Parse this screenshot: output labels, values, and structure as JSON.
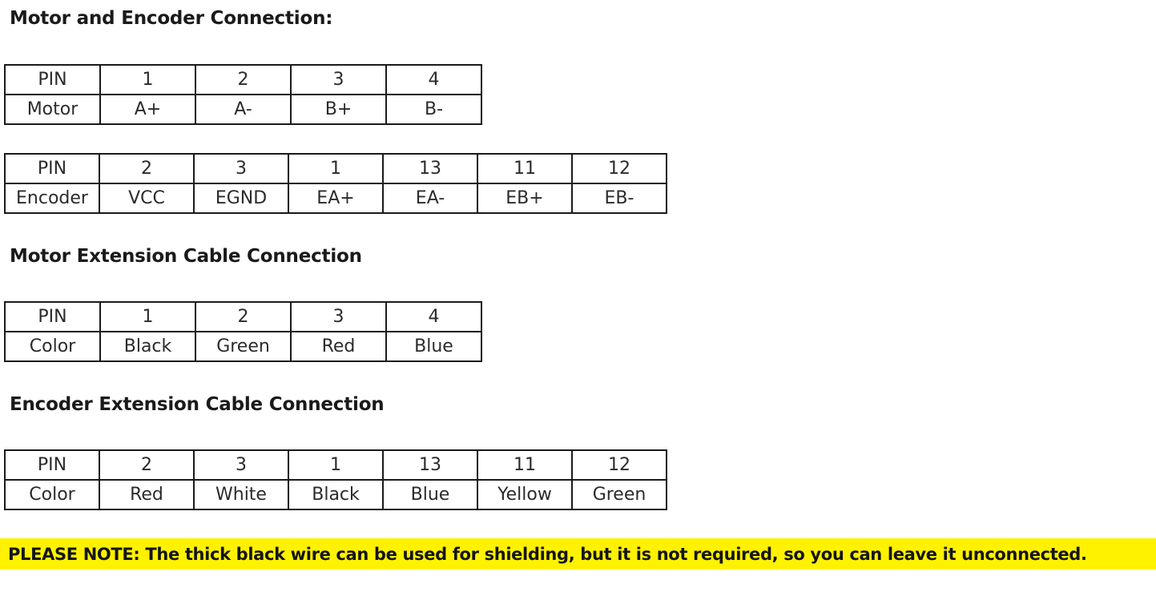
{
  "document": {
    "headings": {
      "motor_encoder": "Motor and Encoder Connection:",
      "motor_extension": "Motor Extension Cable Connection",
      "encoder_extension": "Encoder Extension Cable Connection"
    },
    "tables": {
      "motor": {
        "row_labels": [
          "PIN",
          "Motor"
        ],
        "pins": [
          "1",
          "2",
          "3",
          "4"
        ],
        "values": [
          "A+",
          "A-",
          "B+",
          "B-"
        ]
      },
      "encoder": {
        "row_labels": [
          "PIN",
          "Encoder"
        ],
        "pins": [
          "2",
          "3",
          "1",
          "13",
          "11",
          "12"
        ],
        "values": [
          "VCC",
          "EGND",
          "EA+",
          "EA-",
          "EB+",
          "EB-"
        ]
      },
      "motor_extension": {
        "row_labels": [
          "PIN",
          "Color"
        ],
        "pins": [
          "1",
          "2",
          "3",
          "4"
        ],
        "values": [
          "Black",
          "Green",
          "Red",
          "Blue"
        ]
      },
      "encoder_extension": {
        "row_labels": [
          "PIN",
          "Color"
        ],
        "pins": [
          "2",
          "3",
          "1",
          "13",
          "11",
          "12"
        ],
        "values": [
          "Red",
          "White",
          "Black",
          "Blue",
          "Yellow",
          "Green"
        ]
      }
    },
    "note": {
      "text": "PLEASE NOTE: The thick black wire can be used for shielding, but it is not required, so you can leave it unconnected.",
      "highlight_color": "#fff200",
      "text_color": "#151515"
    }
  }
}
